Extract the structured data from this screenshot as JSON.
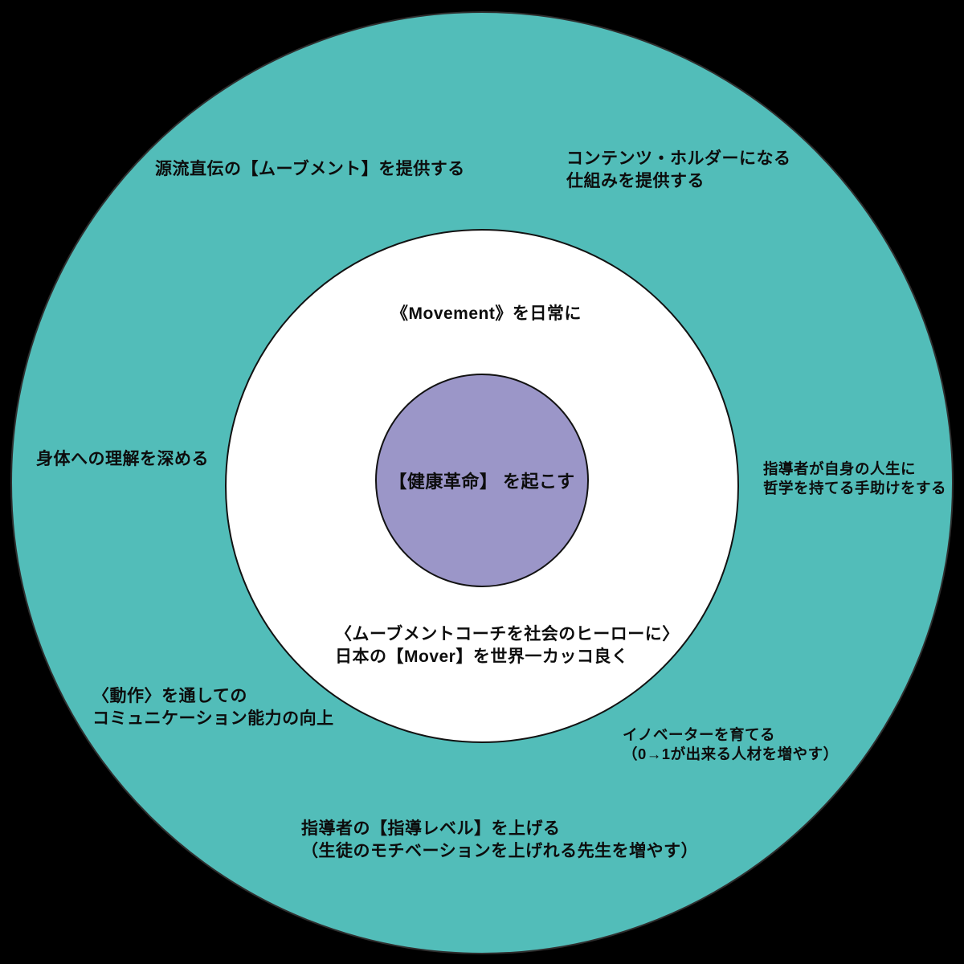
{
  "diagram": {
    "type": "concentric-circles",
    "background_color": "#000000",
    "text_color": "#0d0d0d",
    "rings": {
      "outer": {
        "color": "#52bdb9",
        "stroke": "#2e2e2e"
      },
      "middle": {
        "color": "#ffffff",
        "stroke": "#121212"
      },
      "core": {
        "color": "#9b96c8",
        "stroke": "#121212"
      }
    },
    "core_label": "【健康革命】 を起こす",
    "middle_labels": {
      "top": "《Movement》を日常に",
      "bottom": "〈ムーブメントコーチを社会のヒーローに〉\n日本の【Mover】を世界一カッコ良く"
    },
    "outer_labels": {
      "top_left": "源流直伝の【ムーブメント】を提供する",
      "top_right": "コンテンツ・ホルダーになる\n仕組みを提供する",
      "left": "身体への理解を深める",
      "right": "指導者が自身の人生に\n哲学を持てる手助けをする",
      "bottom_left": "〈動作〉を通しての\nコミュニケーション能力の向上",
      "bottom_right": "イノベーターを育てる\n（0→1が出来る人材を増やす）",
      "bottom": "指導者の【指導レベル】を上げる\n（生徒のモチベーションを上げれる先生を増やす）"
    }
  }
}
